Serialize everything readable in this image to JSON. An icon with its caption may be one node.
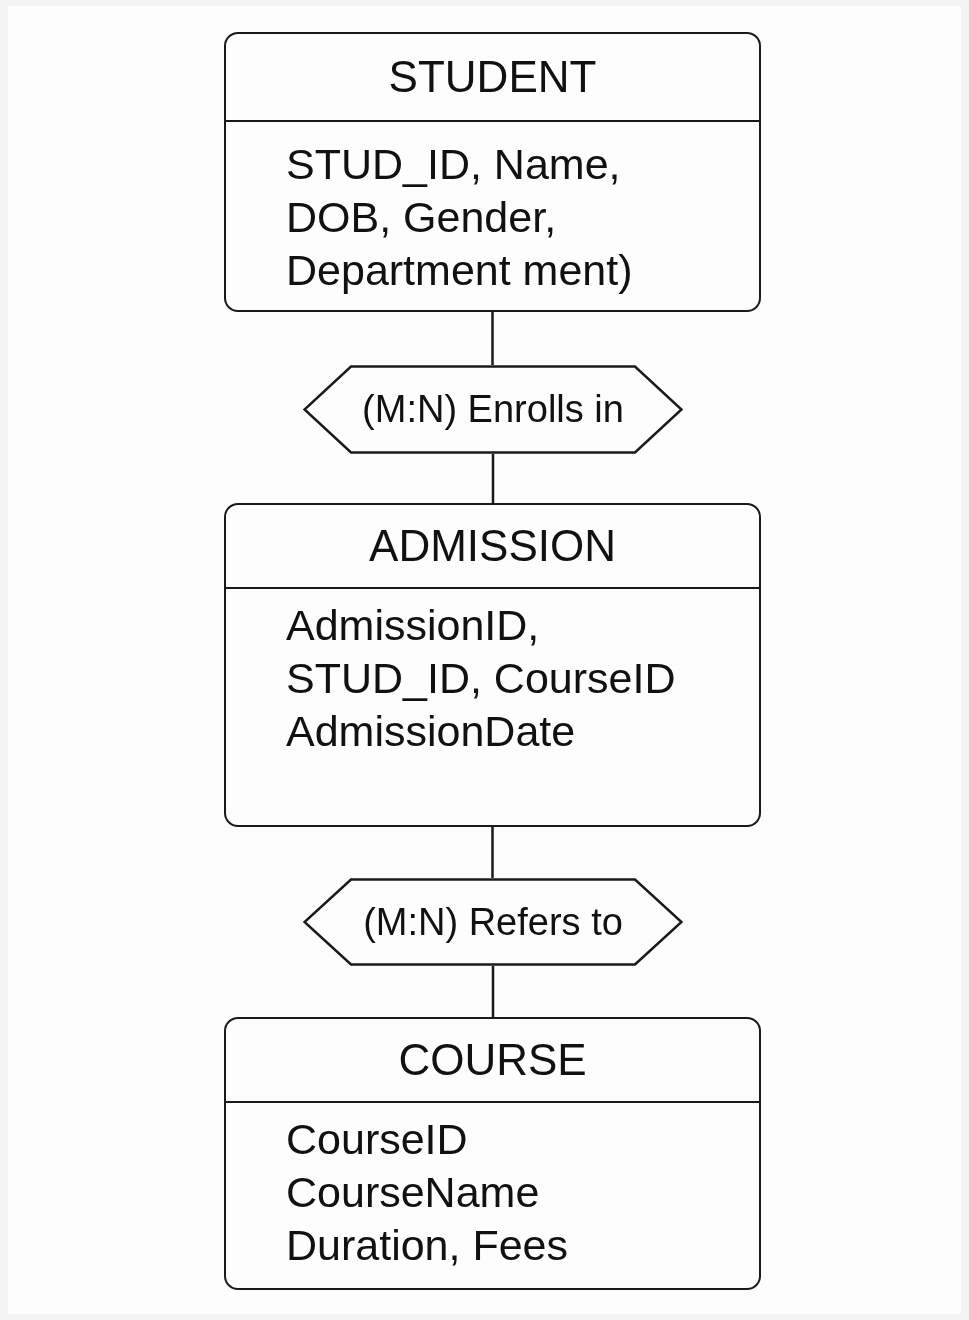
{
  "diagram": {
    "nodes": [
      {
        "text": [
          "STUDENT",
          "STUD_ID, Name, DOB, Gender, Department ment)"
        ]
      },
      {
        "text": [
          "(M:N) Enrolls in"
        ]
      },
      {
        "text": [
          "ADMISSION",
          "AdmissionID, STUD_ID, CourseID AdmissionDate"
        ]
      },
      {
        "text": [
          "(M:N) Refers to"
        ]
      },
      {
        "text": [
          "COURSE",
          "CourseID CourseName Duration, Fees"
        ]
      }
    ],
    "edges": [
      {
        "from": 0,
        "to": 1,
        "arrow": "none"
      },
      {
        "from": 1,
        "to": 2,
        "arrow": "none"
      },
      {
        "from": 2,
        "to": 3,
        "arrow": "none"
      },
      {
        "from": 3,
        "to": 4,
        "arrow": "none"
      }
    ]
  }
}
